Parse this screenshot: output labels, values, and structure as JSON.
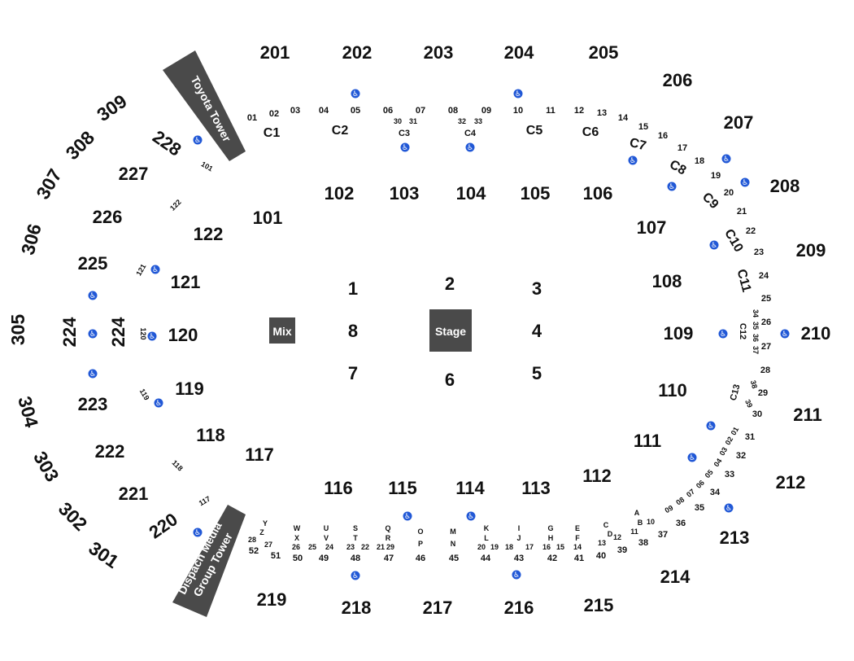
{
  "colors": {
    "banner": "#4a4a4a",
    "accessible": "#2158d6",
    "text": "#111111",
    "background": "#ffffff"
  },
  "icon_names": [
    "wheelchair-icon"
  ],
  "stage_label": "Stage",
  "mix_label": "Mix",
  "towers": {
    "north": "Toyota Tower",
    "south_line1": "Dispach Media",
    "south_line2": "Group Tower"
  },
  "floor": [
    "1",
    "2",
    "3",
    "4",
    "5",
    "6",
    "7",
    "8"
  ],
  "upper_sections": [
    "201",
    "202",
    "203",
    "204",
    "205",
    "206",
    "207",
    "208",
    "209",
    "210",
    "211",
    "212",
    "213",
    "214",
    "215",
    "216",
    "217",
    "218",
    "219",
    "220",
    "221",
    "222",
    "223",
    "224",
    "225",
    "226",
    "227",
    "228"
  ],
  "top_sections": [
    "301",
    "302",
    "303",
    "304",
    "305",
    "306",
    "307",
    "308",
    "309"
  ],
  "lower_sections": [
    "101",
    "102",
    "103",
    "104",
    "105",
    "106",
    "107",
    "108",
    "109",
    "110",
    "111",
    "112",
    "113",
    "114",
    "115",
    "116",
    "117",
    "118",
    "119",
    "120",
    "121",
    "122"
  ],
  "club_boxes": [
    "C1",
    "C2",
    "C3",
    "C4",
    "C5",
    "C6",
    "C7",
    "C8",
    "C9",
    "C10",
    "C11",
    "C12",
    "C13"
  ],
  "suites": [
    "01",
    "02",
    "03",
    "04",
    "05",
    "06",
    "07",
    "08",
    "09",
    "10",
    "11",
    "12",
    "13",
    "14",
    "15",
    "16",
    "17",
    "18",
    "19",
    "20",
    "21",
    "22",
    "23",
    "24",
    "25",
    "26",
    "27",
    "28",
    "29",
    "30",
    "31",
    "32",
    "33",
    "34",
    "35",
    "36",
    "37",
    "38",
    "39",
    "40",
    "41",
    "42",
    "43",
    "44",
    "45",
    "46",
    "47",
    "48",
    "49",
    "50",
    "51",
    "52"
  ],
  "small_labels": [
    "30",
    "31",
    "32",
    "33",
    "34",
    "35",
    "36",
    "37",
    "38",
    "39",
    "01",
    "02",
    "03",
    "04",
    "05",
    "06",
    "07",
    "08",
    "09",
    "10",
    "11",
    "12",
    "13",
    "14",
    "15",
    "16",
    "17",
    "18",
    "19",
    "20",
    "21",
    "22",
    "23",
    "24",
    "25",
    "26",
    "27",
    "28",
    "29",
    "A",
    "B",
    "C",
    "D",
    "E",
    "F",
    "G",
    "H",
    "I",
    "J",
    "K",
    "L",
    "M",
    "N",
    "O",
    "P",
    "Q",
    "R",
    "S",
    "T",
    "U",
    "V",
    "W",
    "X",
    "Y",
    "Z",
    "101",
    "117",
    "118",
    "119",
    "120",
    "121",
    "122",
    "224"
  ]
}
